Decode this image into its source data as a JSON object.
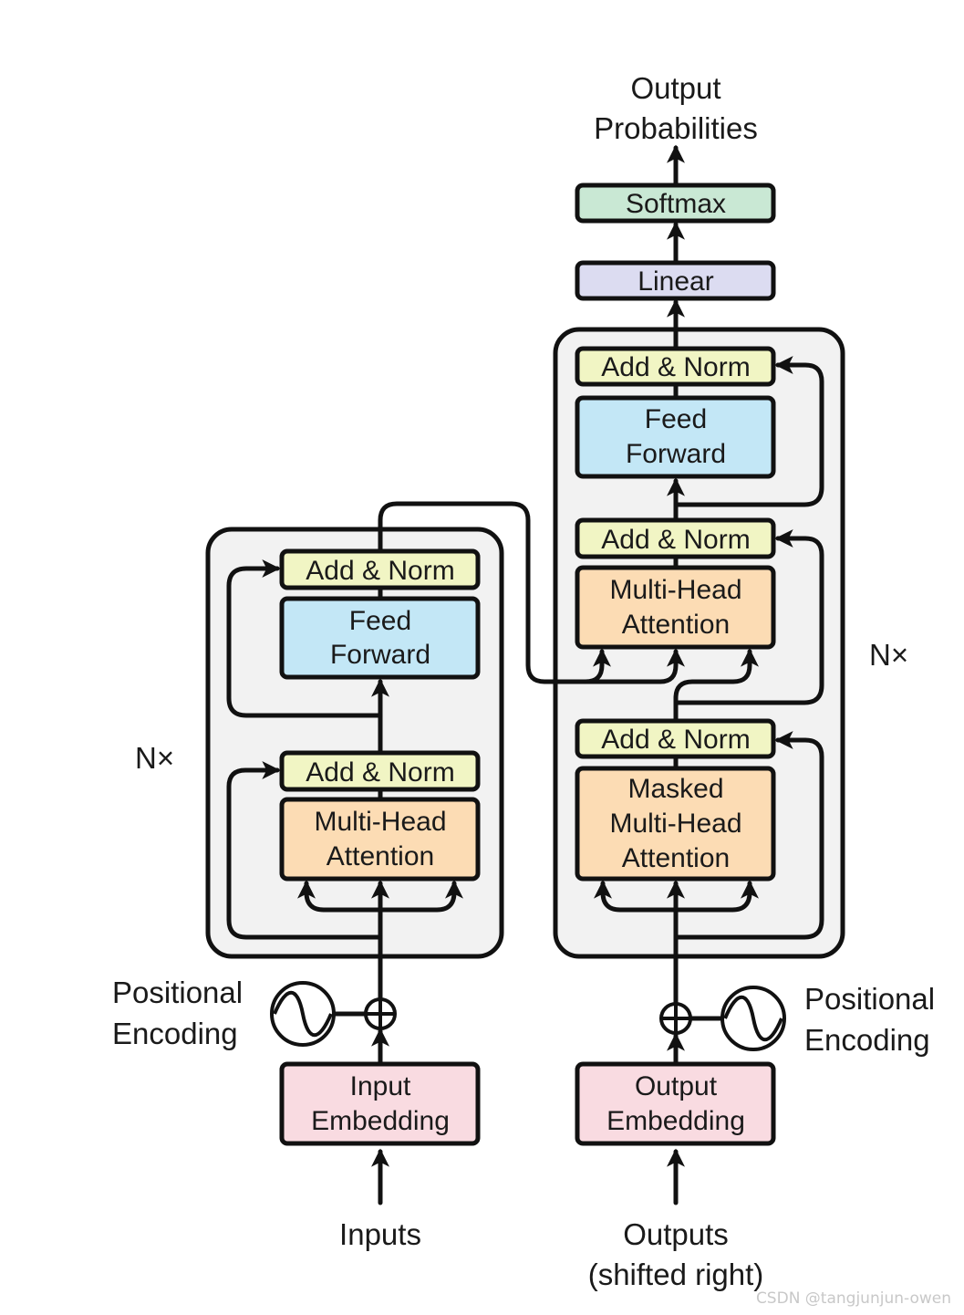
{
  "colors": {
    "add_norm": "#f1f5c4",
    "feed_forward": "#c3e7f6",
    "attention": "#fcdcb4",
    "embedding": "#f9dbe1",
    "linear": "#dcdcf1",
    "softmax": "#c9e8d4",
    "stack_bg": "#f2f2f2",
    "stroke": "#111111"
  },
  "encoder": {
    "repeat_label": "N×",
    "add_norm_top": "Add & Norm",
    "feed_forward": [
      "Feed",
      "Forward"
    ],
    "add_norm_bottom": "Add & Norm",
    "attention": [
      "Multi-Head",
      "Attention"
    ],
    "positional_encoding": [
      "Positional",
      "Encoding"
    ],
    "embedding": [
      "Input",
      "Embedding"
    ],
    "input_label": "Inputs"
  },
  "decoder": {
    "repeat_label": "N×",
    "add_norm_top": "Add & Norm",
    "feed_forward": [
      "Feed",
      "Forward"
    ],
    "add_norm_mid": "Add & Norm",
    "cross_attention": [
      "Multi-Head",
      "Attention"
    ],
    "add_norm_bottom": "Add & Norm",
    "masked_attention": [
      "Masked",
      "Multi-Head",
      "Attention"
    ],
    "positional_encoding": [
      "Positional",
      "Encoding"
    ],
    "embedding": [
      "Output",
      "Embedding"
    ],
    "input_label": [
      "Outputs",
      "(shifted right)"
    ]
  },
  "head": {
    "linear": "Linear",
    "softmax": "Softmax",
    "output_label": [
      "Output",
      "Probabilities"
    ]
  },
  "icons": {
    "positional_encoding": "sine-wave-circle-icon",
    "add": "circled-plus-icon"
  },
  "watermark": "CSDN @tangjunjun-owen"
}
